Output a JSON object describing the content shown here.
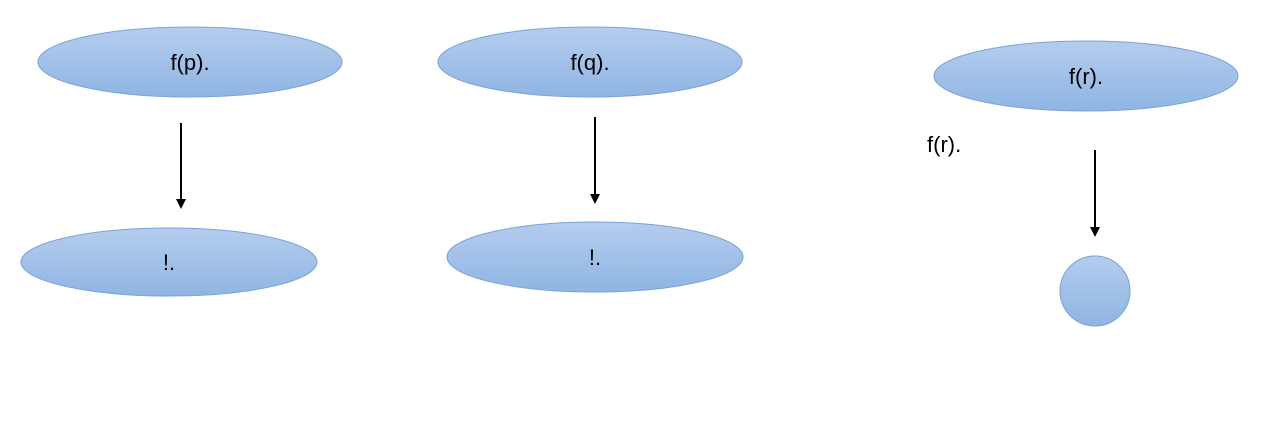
{
  "nodes": {
    "fp": {
      "label": "f(p)."
    },
    "bang_p": {
      "label": "!."
    },
    "fq": {
      "label": "f(q)."
    },
    "bang_q": {
      "label": "!."
    },
    "fr": {
      "label": "f(r)."
    },
    "empty_r": {
      "label": ""
    }
  },
  "annotations": {
    "fr_side_text": "f(r)."
  },
  "colors": {
    "node_fill_top": "#b5cdee",
    "node_fill_bottom": "#8fb5e3",
    "node_stroke": "#7aa3d6",
    "arrow": "#000000"
  }
}
